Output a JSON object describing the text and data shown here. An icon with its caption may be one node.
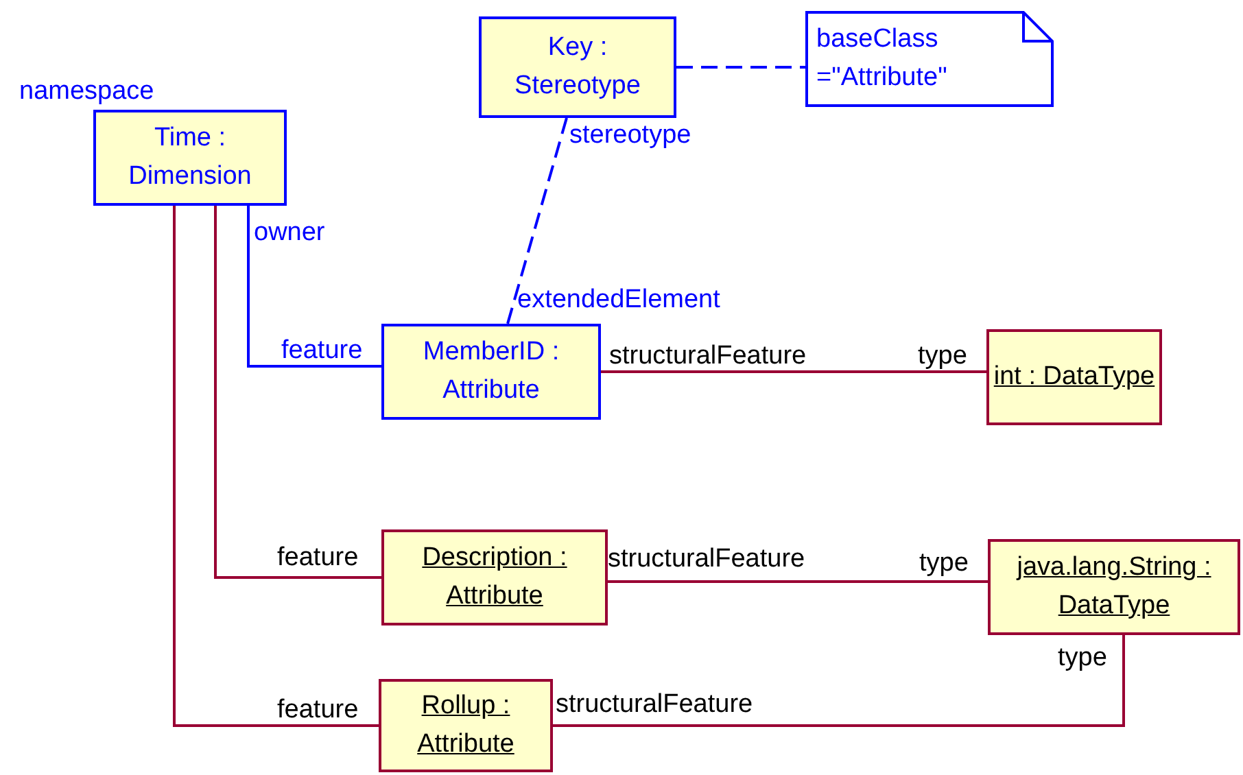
{
  "diagram": {
    "nodes": [
      {
        "text": [
          "Time : Dimension"
        ],
        "beside": [
          "namespace"
        ]
      },
      {
        "text": [
          "Key : Stereotype"
        ]
      },
      {
        "text": [
          "baseClass =\"Attribute\""
        ]
      },
      {
        "text": [
          "MemberID : Attribute"
        ]
      },
      {
        "text": [
          "int : DataType"
        ]
      },
      {
        "text": [
          "Description : Attribute"
        ]
      },
      {
        "text": [
          "java.lang.String : DataType"
        ]
      },
      {
        "text": [
          "Rollup : Attribute"
        ]
      }
    ],
    "edges": [
      {
        "from": 1,
        "to": 2,
        "arrow": "none",
        "style": "dashed",
        "color": "#0000ff"
      },
      {
        "from": 1,
        "to": 3,
        "arrow": "none",
        "style": "dashed",
        "color": "#0000ff"
      },
      {
        "from": 0,
        "to": 3,
        "arrow": "none",
        "color": "#0000ff"
      },
      {
        "from": 3,
        "to": 4,
        "arrow": "none"
      },
      {
        "from": 0,
        "to": 5,
        "arrow": "none"
      },
      {
        "from": 5,
        "to": 6,
        "arrow": "none"
      },
      {
        "from": 0,
        "to": 7,
        "arrow": "none"
      },
      {
        "from": 7,
        "to": 6,
        "arrow": "none"
      }
    ],
    "labels": [
      "stereotype",
      "owner",
      "extendedElement",
      "feature",
      "structuralFeature",
      "type",
      "feature",
      "structuralFeature",
      "type",
      "type",
      "feature",
      "structuralFeature"
    ]
  }
}
